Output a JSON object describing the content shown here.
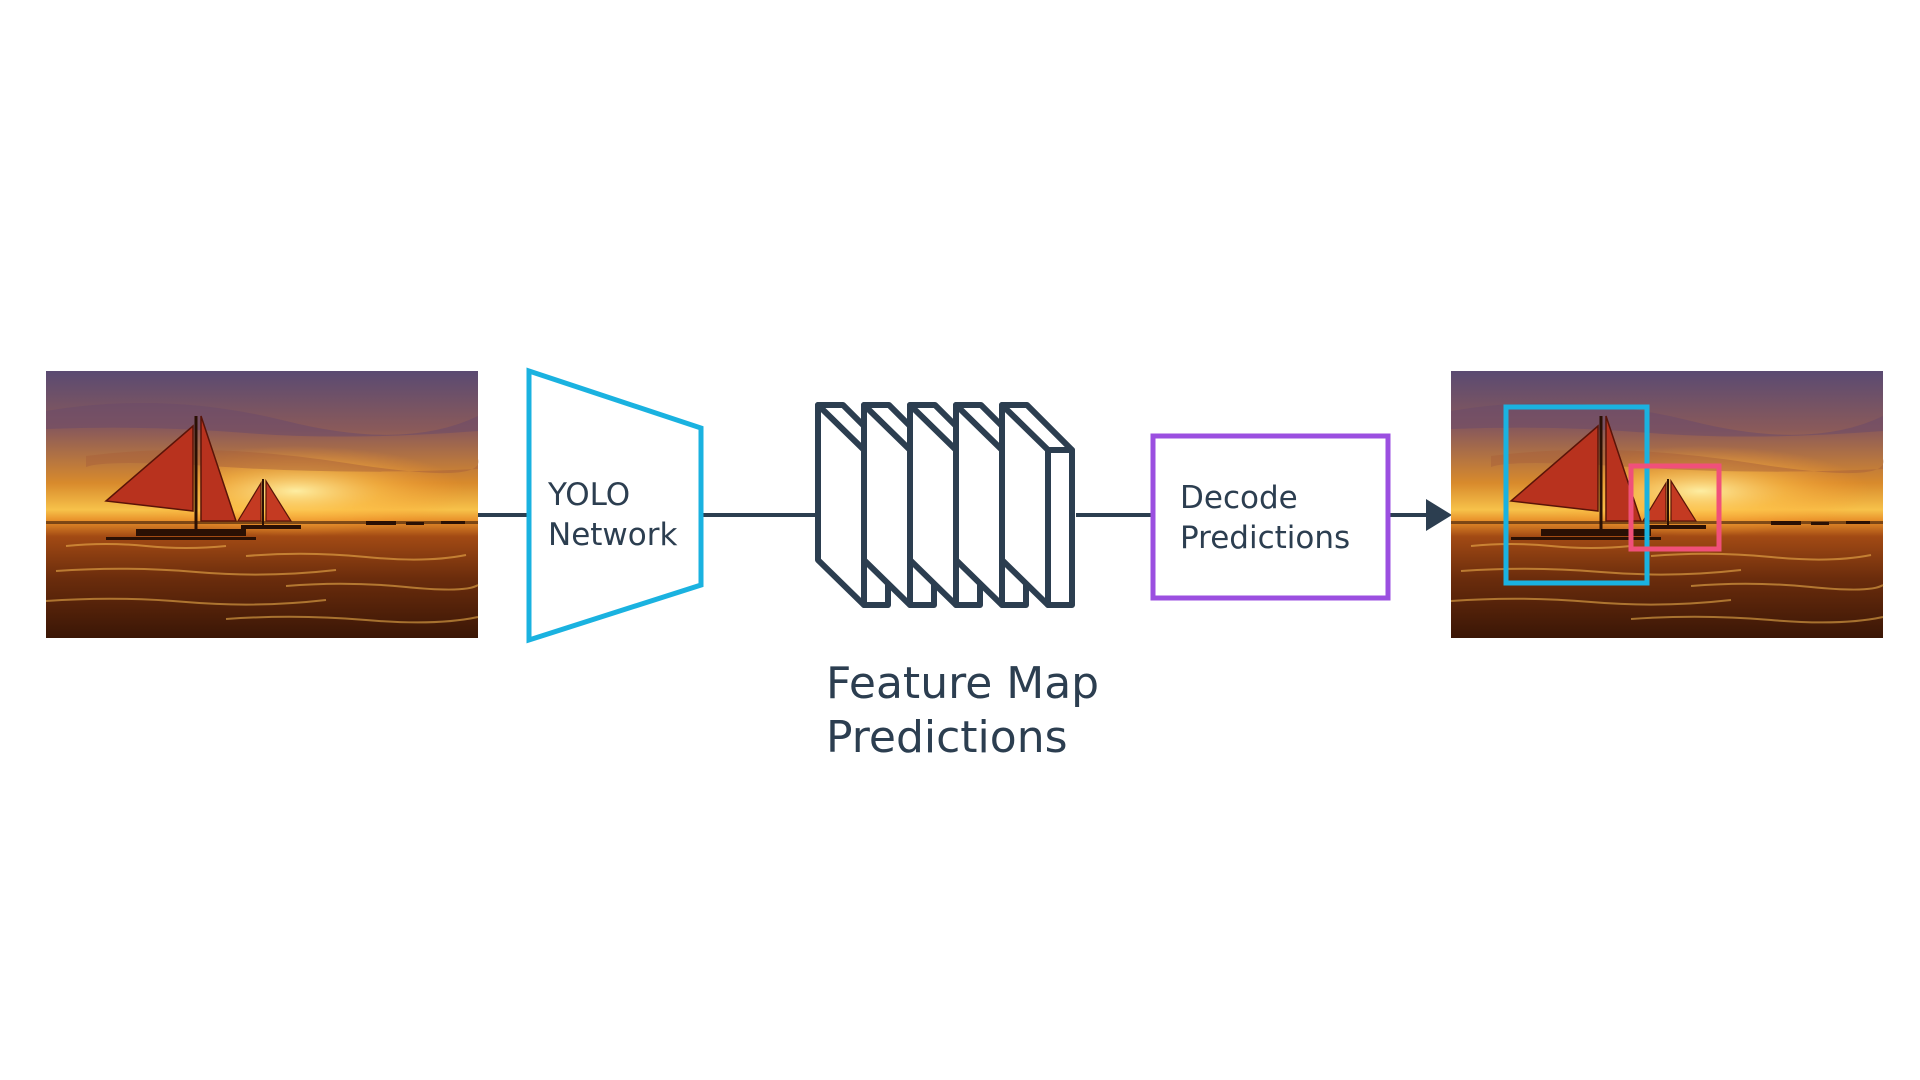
{
  "input_image": {
    "subject": "sailboats at sunset on the sea"
  },
  "yolo_block": {
    "line1": "YOLO",
    "line2": "Network",
    "color": "#1ab2e0"
  },
  "feature_maps": {
    "count": 5,
    "caption_line1": "Feature Map",
    "caption_line2": "Predictions",
    "color": "#2c3e50"
  },
  "decode_block": {
    "line1": "Decode",
    "line2": "Predictions",
    "color": "#9b4fe0"
  },
  "output_image": {
    "subject": "sailboats at sunset with detection boxes",
    "box_colors": [
      "#1ab2e0",
      "#f0507a"
    ]
  },
  "connector_color": "#2c3e50"
}
